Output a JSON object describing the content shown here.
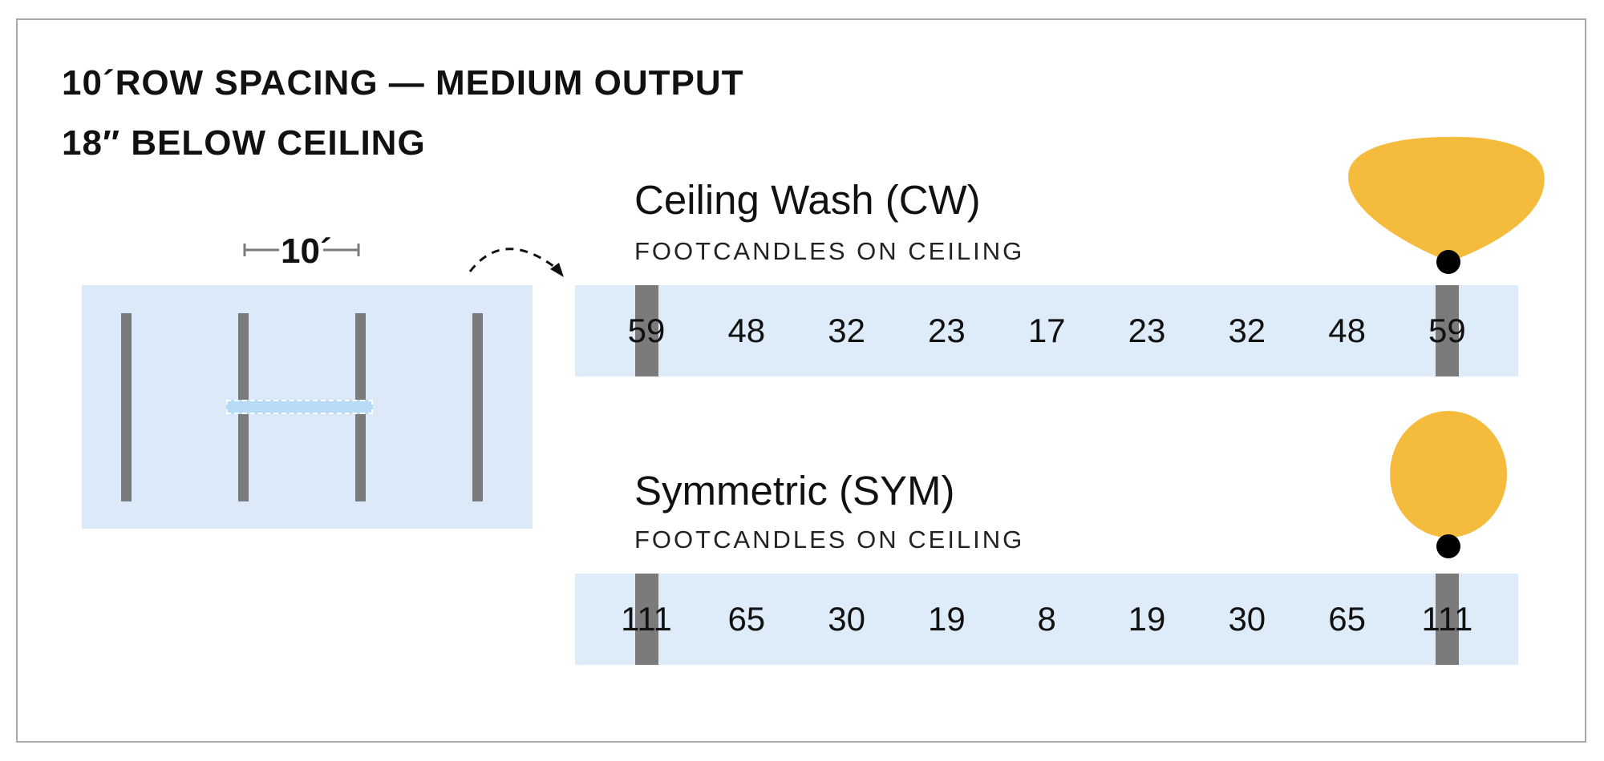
{
  "header": {
    "title_line1": "10´ROW SPACING — MEDIUM OUTPUT",
    "title_line2": "18″ BELOW CEILING"
  },
  "plan": {
    "spacing_label": "10´",
    "fixture_color": "#7b7b7b",
    "background_color": "#dce9f8",
    "highlight_color": "#b7dbf4"
  },
  "sections": [
    {
      "title": "Ceiling Wash (CW)",
      "subtitle": "FOOTCANDLES ON CEILING",
      "values": [
        "59",
        "48",
        "32",
        "23",
        "17",
        "23",
        "32",
        "48",
        "59"
      ]
    },
    {
      "title": "Symmetric (SYM)",
      "subtitle": "FOOTCANDLES ON CEILING",
      "values": [
        "111",
        "65",
        "30",
        "19",
        "8",
        "19",
        "30",
        "65",
        "111"
      ]
    }
  ],
  "colors": {
    "distribution": "#f4bb3c",
    "band": "#deebf8",
    "pole": "#7b7b7b"
  },
  "icons": {
    "arrow": "dashed-curved-arrow",
    "cw_distribution": "ceiling-wash-distribution-icon",
    "sym_distribution": "symmetric-distribution-icon"
  }
}
